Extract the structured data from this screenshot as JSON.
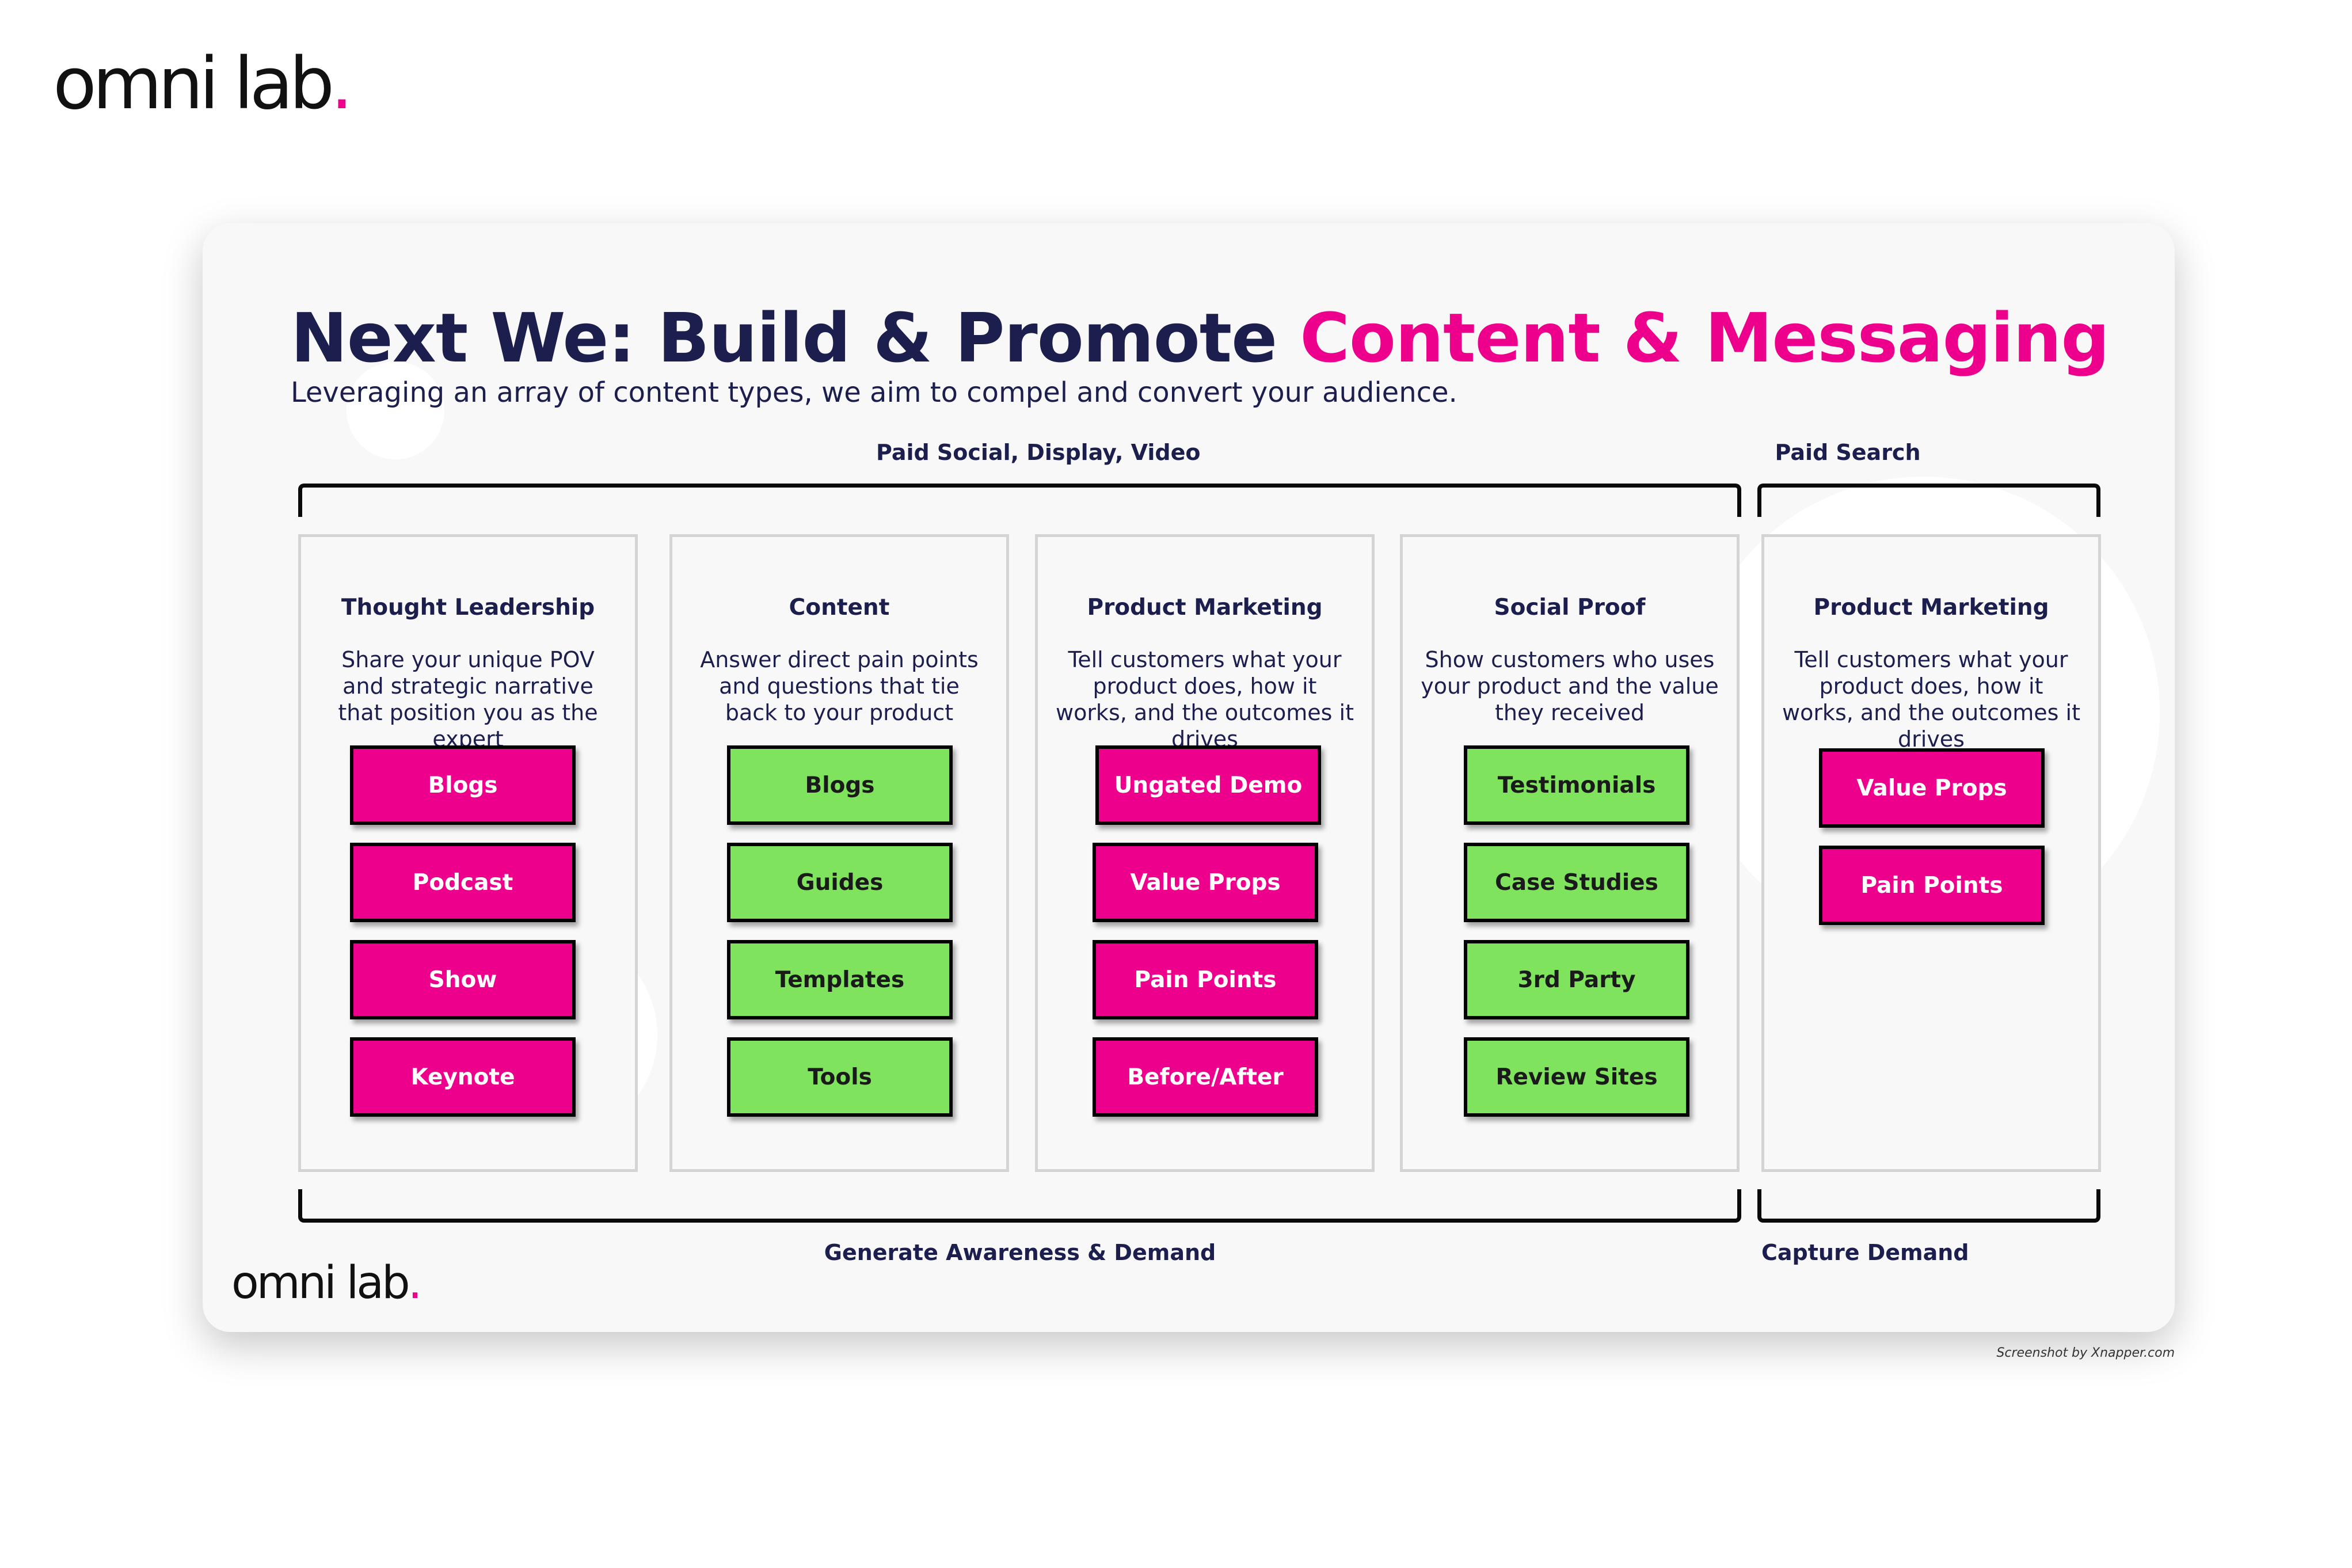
{
  "logo": {
    "text": "omni lab",
    "dot": "."
  },
  "title": {
    "main": "Next We: Build & Promote ",
    "accent": "Content & Messaging"
  },
  "subtitle": "Leveraging an array of content types, we aim to compel and convert your audience.",
  "groups": {
    "top_left": "Paid Social, Display, Video",
    "top_right": "Paid Search",
    "bottom_left": "Generate Awareness & Demand",
    "bottom_right": "Capture Demand"
  },
  "columns": [
    {
      "title": "Thought Leadership",
      "description": "Share your unique POV and strategic narrative that position you as the expert",
      "tags": [
        {
          "label": "Blogs",
          "color": "pink"
        },
        {
          "label": "Podcast",
          "color": "pink"
        },
        {
          "label": "Show",
          "color": "pink"
        },
        {
          "label": "Keynote",
          "color": "pink"
        }
      ]
    },
    {
      "title": "Content",
      "description": "Answer direct pain points and questions that tie back to your product",
      "tags": [
        {
          "label": "Blogs",
          "color": "green"
        },
        {
          "label": "Guides",
          "color": "green"
        },
        {
          "label": "Templates",
          "color": "green"
        },
        {
          "label": "Tools",
          "color": "green"
        }
      ]
    },
    {
      "title": "Product Marketing",
      "description": "Tell customers what your product does, how it works, and the outcomes it drives",
      "tags": [
        {
          "label": "Ungated Demo",
          "color": "pink"
        },
        {
          "label": "Value Props",
          "color": "pink"
        },
        {
          "label": "Pain Points",
          "color": "pink"
        },
        {
          "label": "Before/After",
          "color": "pink"
        }
      ]
    },
    {
      "title": "Social Proof",
      "description": "Show customers who uses your product and the value they received",
      "tags": [
        {
          "label": "Testimonials",
          "color": "green"
        },
        {
          "label": "Case Studies",
          "color": "green"
        },
        {
          "label": "3rd Party",
          "color": "green"
        },
        {
          "label": "Review Sites",
          "color": "green"
        }
      ]
    },
    {
      "title": "Product Marketing",
      "description": "Tell customers what your product does, how it works, and the outcomes it drives",
      "tags": [
        {
          "label": "Value Props",
          "color": "pink"
        },
        {
          "label": "Pain Points",
          "color": "pink"
        }
      ]
    }
  ],
  "credit": "Screenshot by Xnapper.com",
  "colors": {
    "navy": "#1c1f4d",
    "pink": "#ec008c",
    "green": "#80e35d"
  }
}
